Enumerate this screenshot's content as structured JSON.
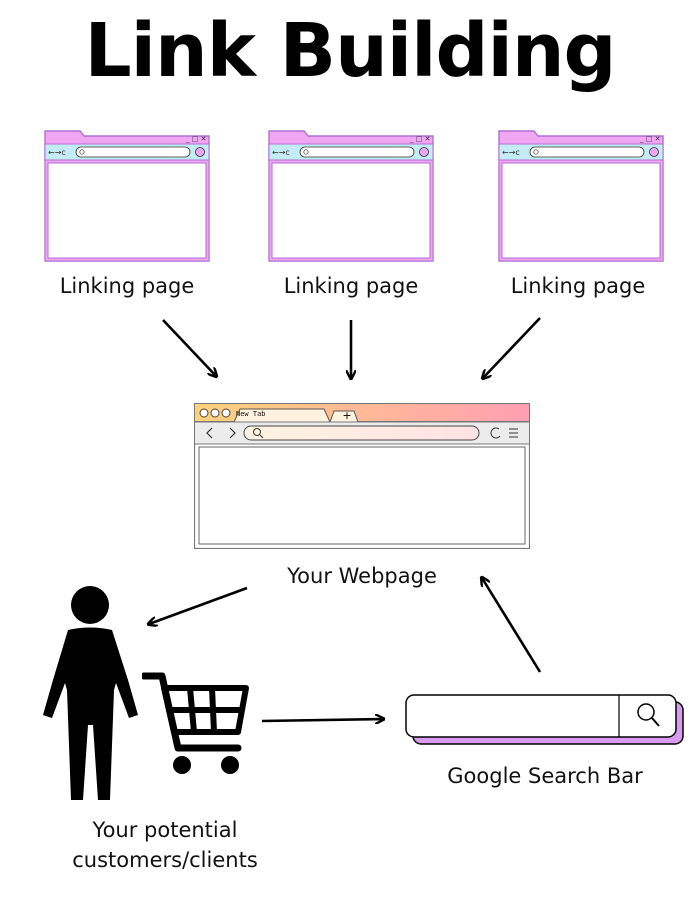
{
  "title": "Link Building",
  "linking_pages": [
    {
      "label": "Linking page"
    },
    {
      "label": "Linking page"
    },
    {
      "label": "Linking page"
    }
  ],
  "webpage": {
    "label": "Your Webpage",
    "tab_label": "New Tab"
  },
  "search_bar": {
    "label": "Google Search Bar"
  },
  "customers": {
    "label_line1": "Your potential",
    "label_line2": "customers/clients"
  },
  "colors": {
    "mini_border": "#b06fd0",
    "mini_titlebar": "#f0a6f2",
    "mini_addressbar": "#c3ecf4",
    "big_titlebar_start": "#ffd27a",
    "big_titlebar_end": "#ff9fb3",
    "search_shadow": "#d99af0"
  }
}
